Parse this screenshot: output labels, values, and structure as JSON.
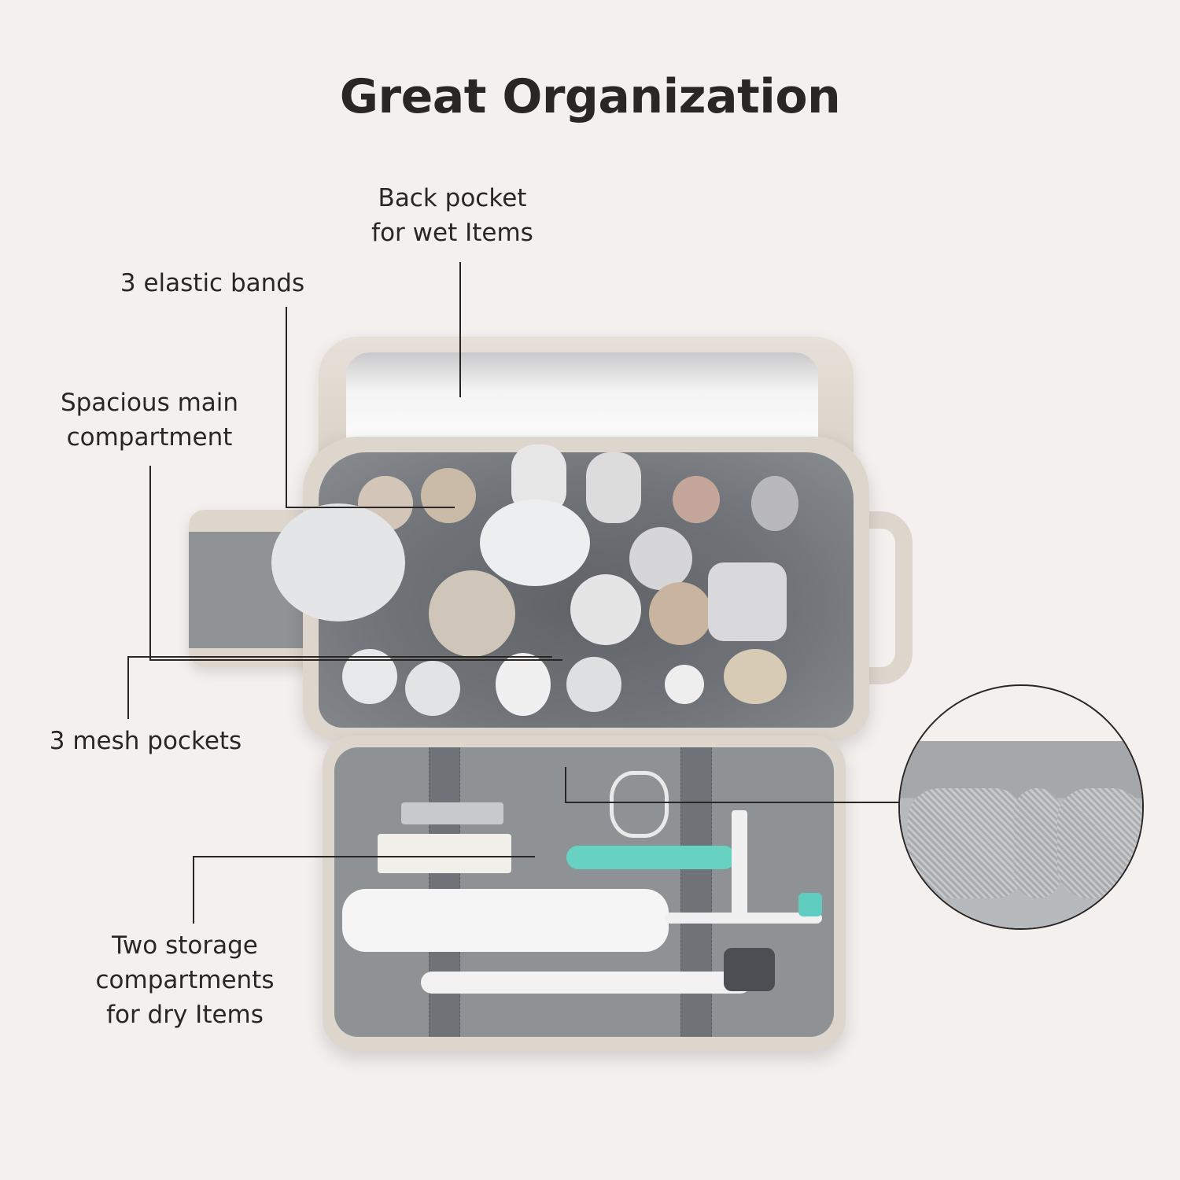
{
  "title": "Great Organization",
  "callouts": {
    "back_pocket": {
      "line1": "Back pocket",
      "line2": "for wet Items"
    },
    "elastic_bands": {
      "line1": "3 elastic bands"
    },
    "main_compartment": {
      "line1": "Spacious main",
      "line2": "compartment"
    },
    "mesh_pockets": {
      "line1": "3 mesh pockets"
    },
    "dry_storage": {
      "line1": "Two storage",
      "line2": "compartments",
      "line3": "for dry Items"
    }
  },
  "colors": {
    "background": "#f3f0ed",
    "text": "#2a2624",
    "bag_shell": "#ddd6cc",
    "bag_lining": "#8e9295",
    "accent_teal": "#5ecdbf"
  },
  "product_image": {
    "description": "Open toiletry bag with cosmetics, toothbrushes, razor, scissors and nail clipper",
    "detail_inset": "Close-up of zippered mesh pockets"
  }
}
